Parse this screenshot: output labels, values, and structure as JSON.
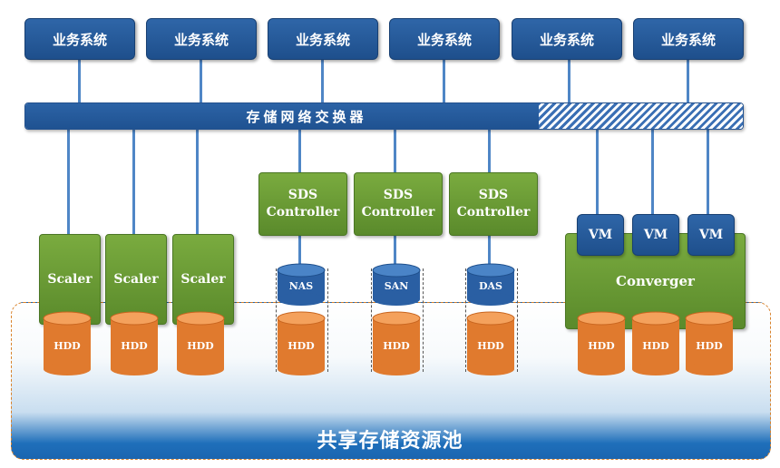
{
  "business_systems": [
    "业务系统",
    "业务系统",
    "业务系统",
    "业务系统",
    "业务系统",
    "业务系统"
  ],
  "switch": {
    "label": "存储网络交换器"
  },
  "scalers": [
    "Scaler",
    "Scaler",
    "Scaler"
  ],
  "sds_controllers": [
    {
      "line1": "SDS",
      "line2": "Controller"
    },
    {
      "line1": "SDS",
      "line2": "Controller"
    },
    {
      "line1": "SDS",
      "line2": "Controller"
    }
  ],
  "storage_types": [
    "NAS",
    "SAN",
    "DAS"
  ],
  "vms": [
    "VM",
    "VM",
    "VM"
  ],
  "converger": {
    "label": "Converger"
  },
  "disk_label": "HDD",
  "pool": {
    "label": "共享存储资源池"
  },
  "colors": {
    "blue": "#1e4f8c",
    "green": "#5a8a2b",
    "orange": "#e07a2e",
    "pool_blue": "#1a65b0"
  }
}
